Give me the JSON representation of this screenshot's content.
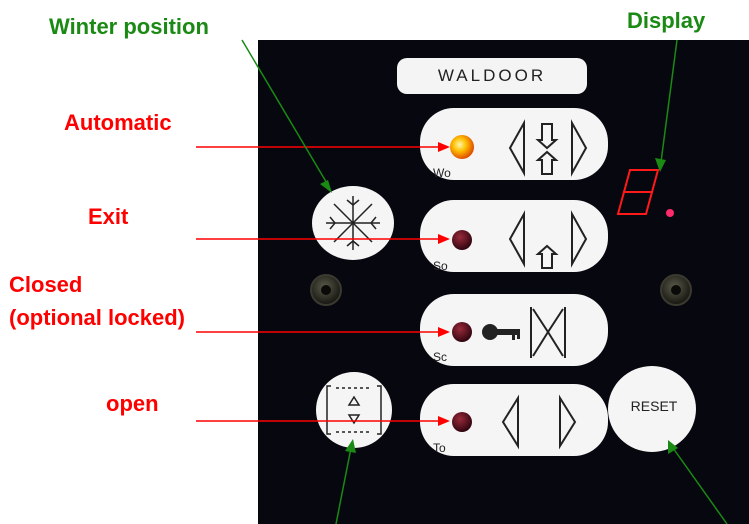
{
  "labels": {
    "winter": "Winter position",
    "display": "Display",
    "automatic": "Automatic",
    "exit": "Exit",
    "closed_line1": "Closed",
    "closed_line2": "(optional locked)",
    "open": "open"
  },
  "panel": {
    "brand": "WALDOOR",
    "buttons": [
      {
        "code": "Wo"
      },
      {
        "code": "So"
      },
      {
        "code": "Sc"
      },
      {
        "code": "To"
      }
    ],
    "reset": "RESET"
  },
  "colors": {
    "label_red": "#ff0000",
    "label_green": "#1a8a14",
    "arrow_red": "#ff0000",
    "arrow_green": "#1a8a14",
    "panel_bg": "#07070f",
    "led_on": "#ffb000",
    "led_off": "#5a0a18"
  },
  "icons": [
    "snowflake-icon",
    "key-icon",
    "door-arrows-icon",
    "partial-open-icon",
    "seven-segment-display-icon"
  ]
}
